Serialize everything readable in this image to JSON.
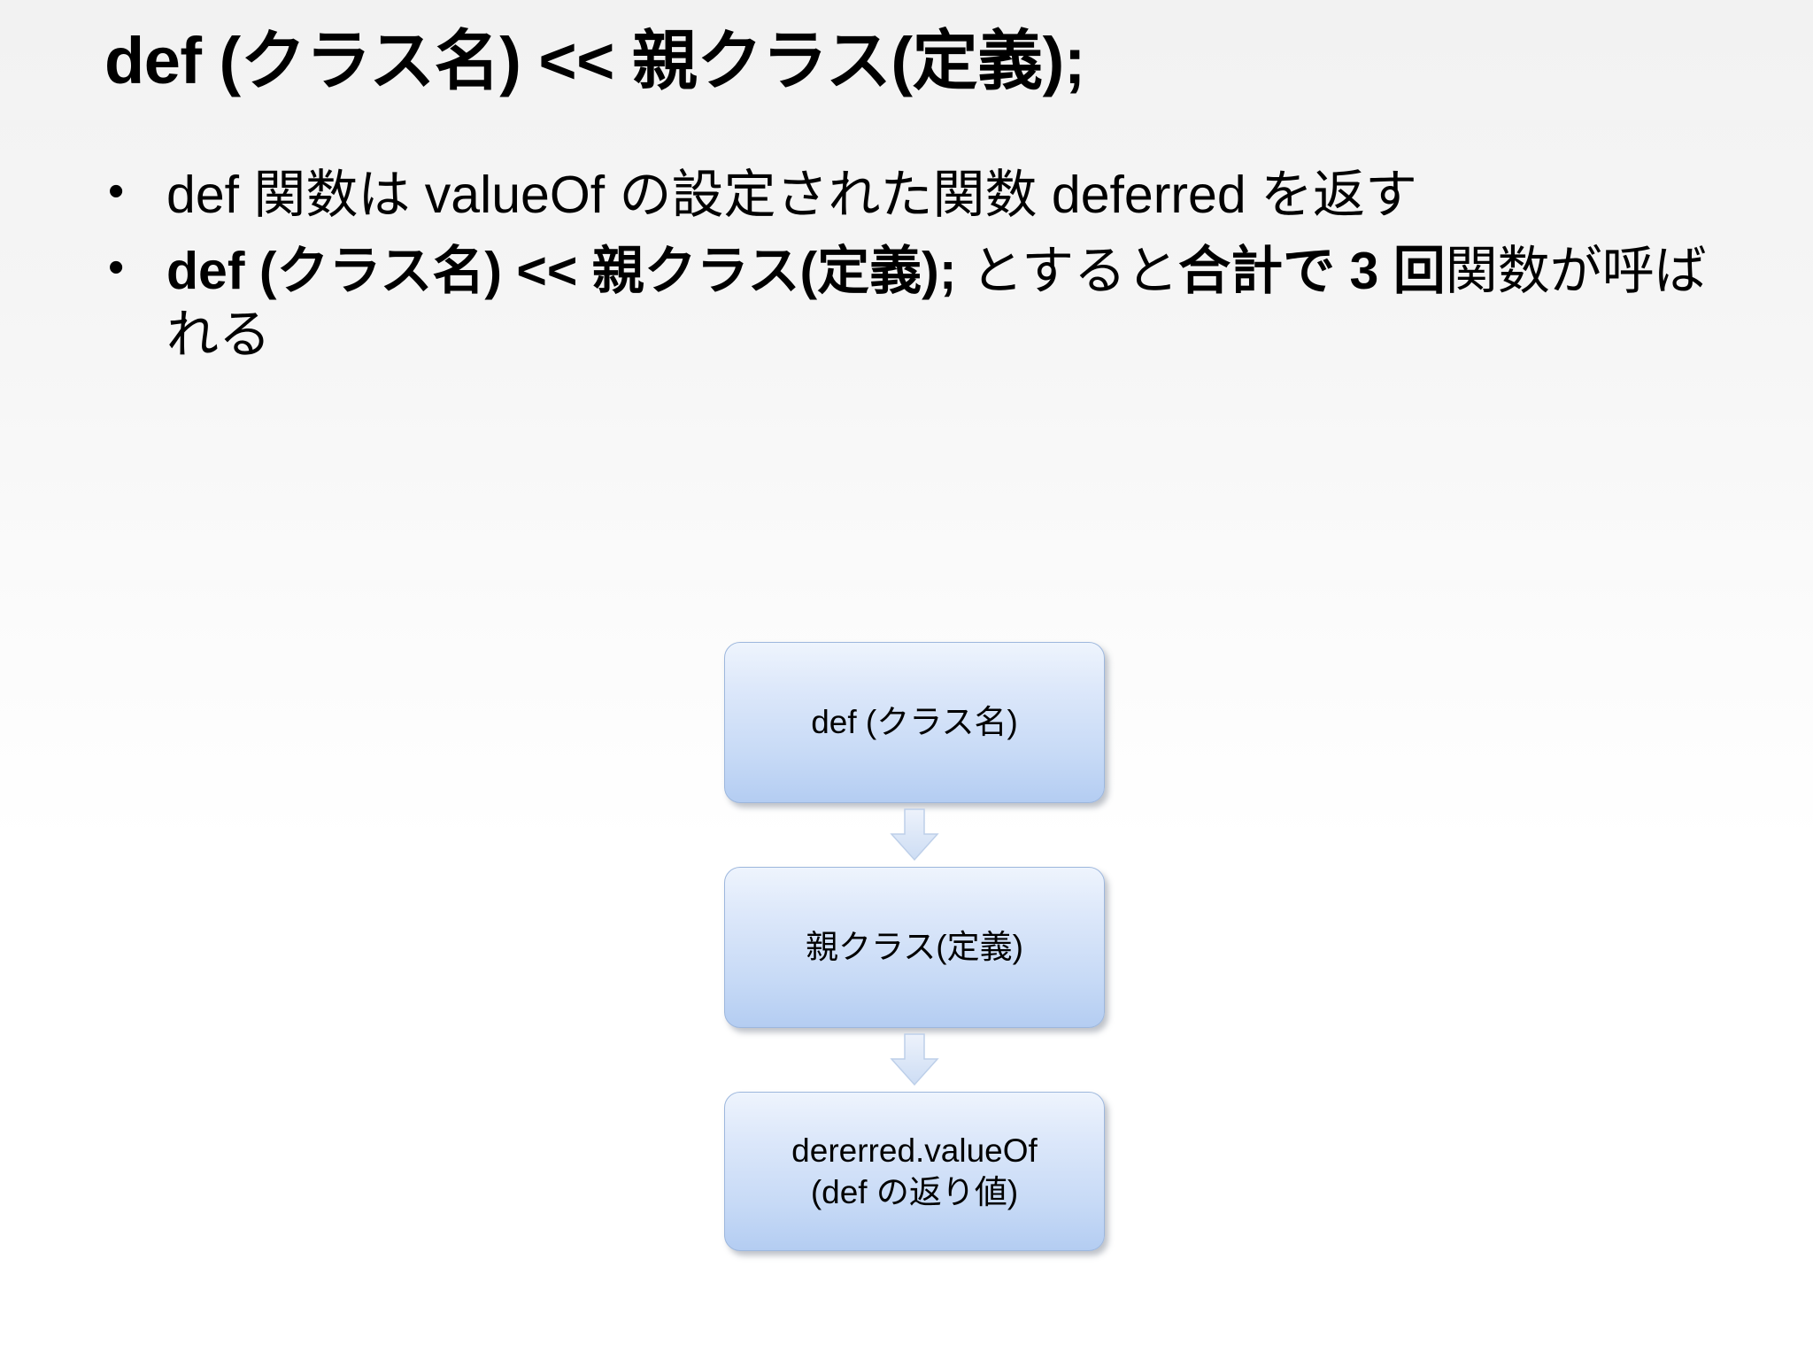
{
  "slide": {
    "title": "def (クラス名) << 親クラス(定義);",
    "bullets": [
      {
        "marker": "•",
        "segments": [
          {
            "text": "def 関数は valueOf の設定された関数 deferred を返す",
            "bold": false
          }
        ]
      },
      {
        "marker": "•",
        "segments": [
          {
            "text": "def (クラス名) << 親クラス(定義);",
            "bold": true
          },
          {
            "text": " とすると",
            "bold": false
          },
          {
            "text": "合計で 3 回",
            "bold": true
          },
          {
            "text": "関数が呼ばれる",
            "bold": false
          }
        ]
      }
    ],
    "diagram": {
      "type": "flowchart",
      "direction": "top-to-bottom",
      "node_fill_top": "#eef4fd",
      "node_fill_bottom": "#b4cdf2",
      "node_border": "#9db7dd",
      "arrow_fill": "#dce6f6",
      "arrow_border": "#b9cbe8",
      "nodes": [
        {
          "id": "node-1",
          "lines": [
            "def (クラス名)"
          ]
        },
        {
          "id": "node-2",
          "lines": [
            "親クラス(定義)"
          ]
        },
        {
          "id": "node-3",
          "lines": [
            "dererred.valueOf",
            "(def の返り値)"
          ]
        }
      ],
      "arrows": [
        {
          "id": "arrow-1",
          "from": "node-1",
          "to": "node-2",
          "glyph": "down-arrow-icon"
        },
        {
          "id": "arrow-2",
          "from": "node-2",
          "to": "node-3",
          "glyph": "down-arrow-icon"
        }
      ]
    }
  }
}
